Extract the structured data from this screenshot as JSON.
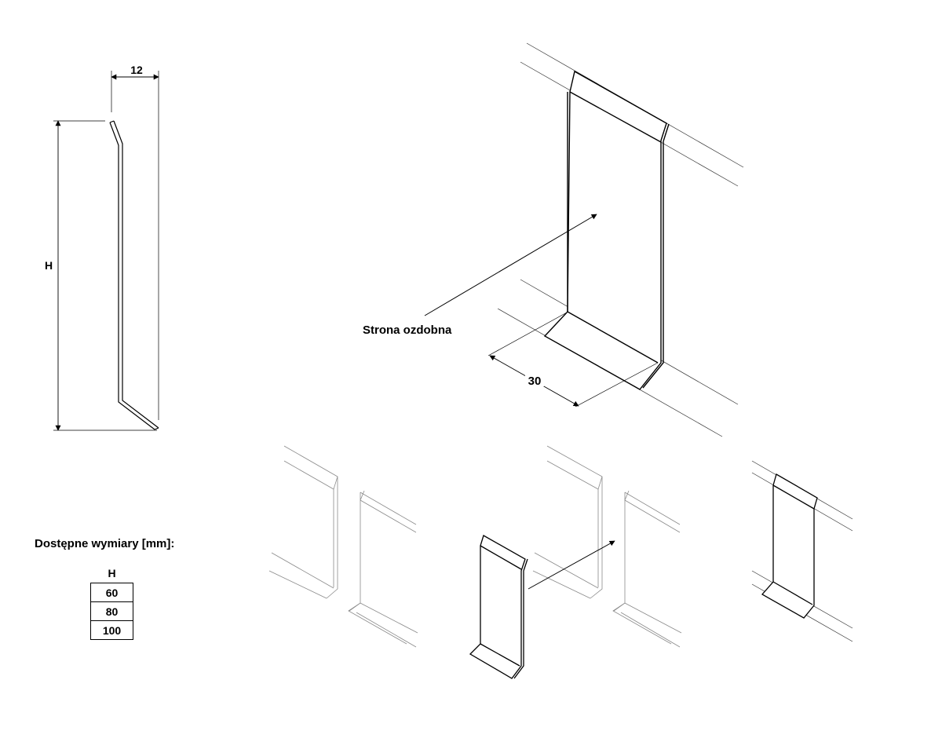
{
  "profile": {
    "width_label": "12",
    "height_label": "H"
  },
  "main_view": {
    "decor_label": "Strona ozdobna",
    "depth_label": "30"
  },
  "available_sizes": {
    "title": "Dostępne wymiary [mm]:",
    "column_header": "H",
    "values": [
      "60",
      "80",
      "100"
    ]
  },
  "colors": {
    "line": "#000000",
    "light_line": "#8a8a8a",
    "background": "#ffffff"
  }
}
